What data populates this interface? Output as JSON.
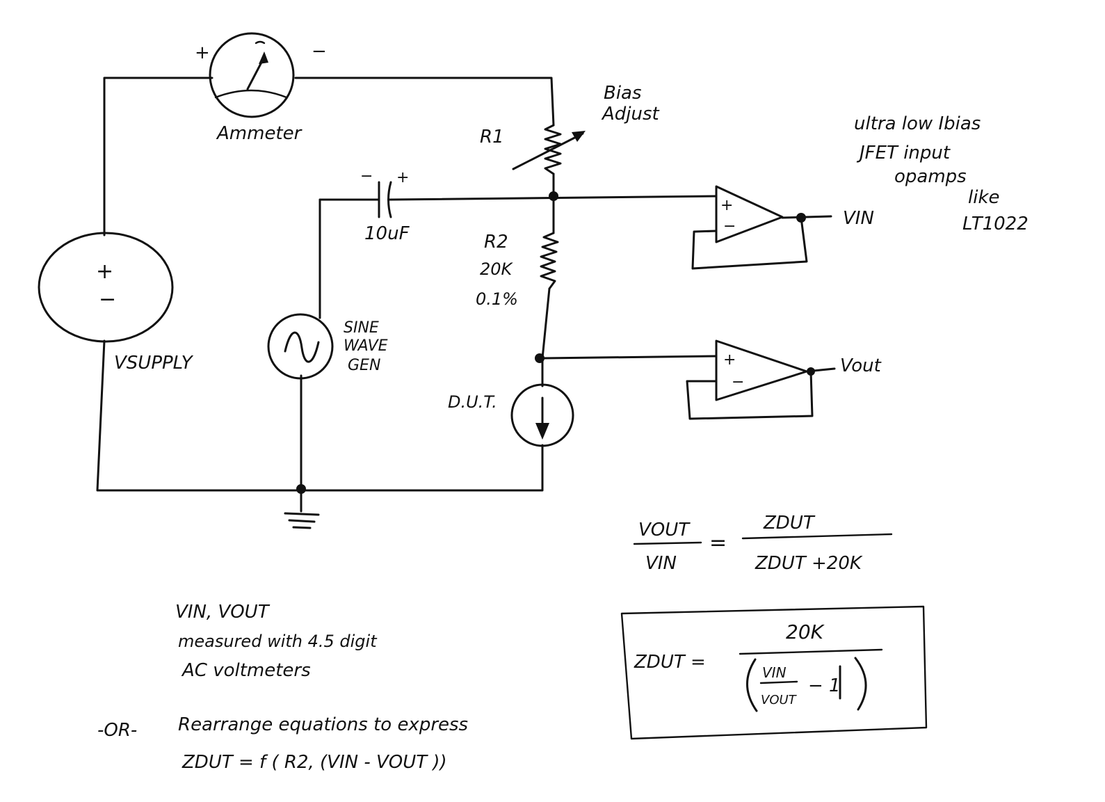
{
  "ammeter": {
    "label": "Ammeter",
    "plus": "+",
    "minus": "−"
  },
  "supply": {
    "label": "VSUPPLY",
    "plus": "+",
    "minus": "−"
  },
  "r1": {
    "label": "R1",
    "adjust": [
      "Bias",
      "Adjust"
    ]
  },
  "capacitor": {
    "value": "10uF",
    "plus": "+",
    "minus": "−"
  },
  "r2": {
    "label": "R2",
    "value": "20K",
    "tolerance": "0.1%"
  },
  "sine_gen": {
    "label": [
      "SINE",
      "WAVE",
      "GEN"
    ]
  },
  "dut": {
    "label": "D.U.T."
  },
  "opamp_top": {
    "plus": "+",
    "minus": "−",
    "out": "VIN"
  },
  "opamp_bottom": {
    "plus": "+",
    "minus": "−",
    "out": "Vout"
  },
  "opamp_note": [
    "ultra low Ibias",
    "JFET input",
    "opamps",
    "like",
    "LT1022"
  ],
  "equation1": {
    "lhs_num": "VOUT",
    "lhs_den": "VIN",
    "eq": "=",
    "rhs_num": "ZDUT",
    "rhs_den": "ZDUT +20K"
  },
  "equation2": {
    "lhs": "ZDUT =",
    "num": "20K",
    "den_num": "VIN",
    "den_den": "VOUT",
    "den_tail": "− 1"
  },
  "measure_note": [
    "VIN, VOUT",
    "measured with 4.5 digit",
    "AC voltmeters"
  ],
  "or_note": {
    "prefix": "-OR-",
    "line1": "Rearrange equations to express",
    "line2": "ZDUT = f ( R2, (VIN - VOUT ))"
  }
}
